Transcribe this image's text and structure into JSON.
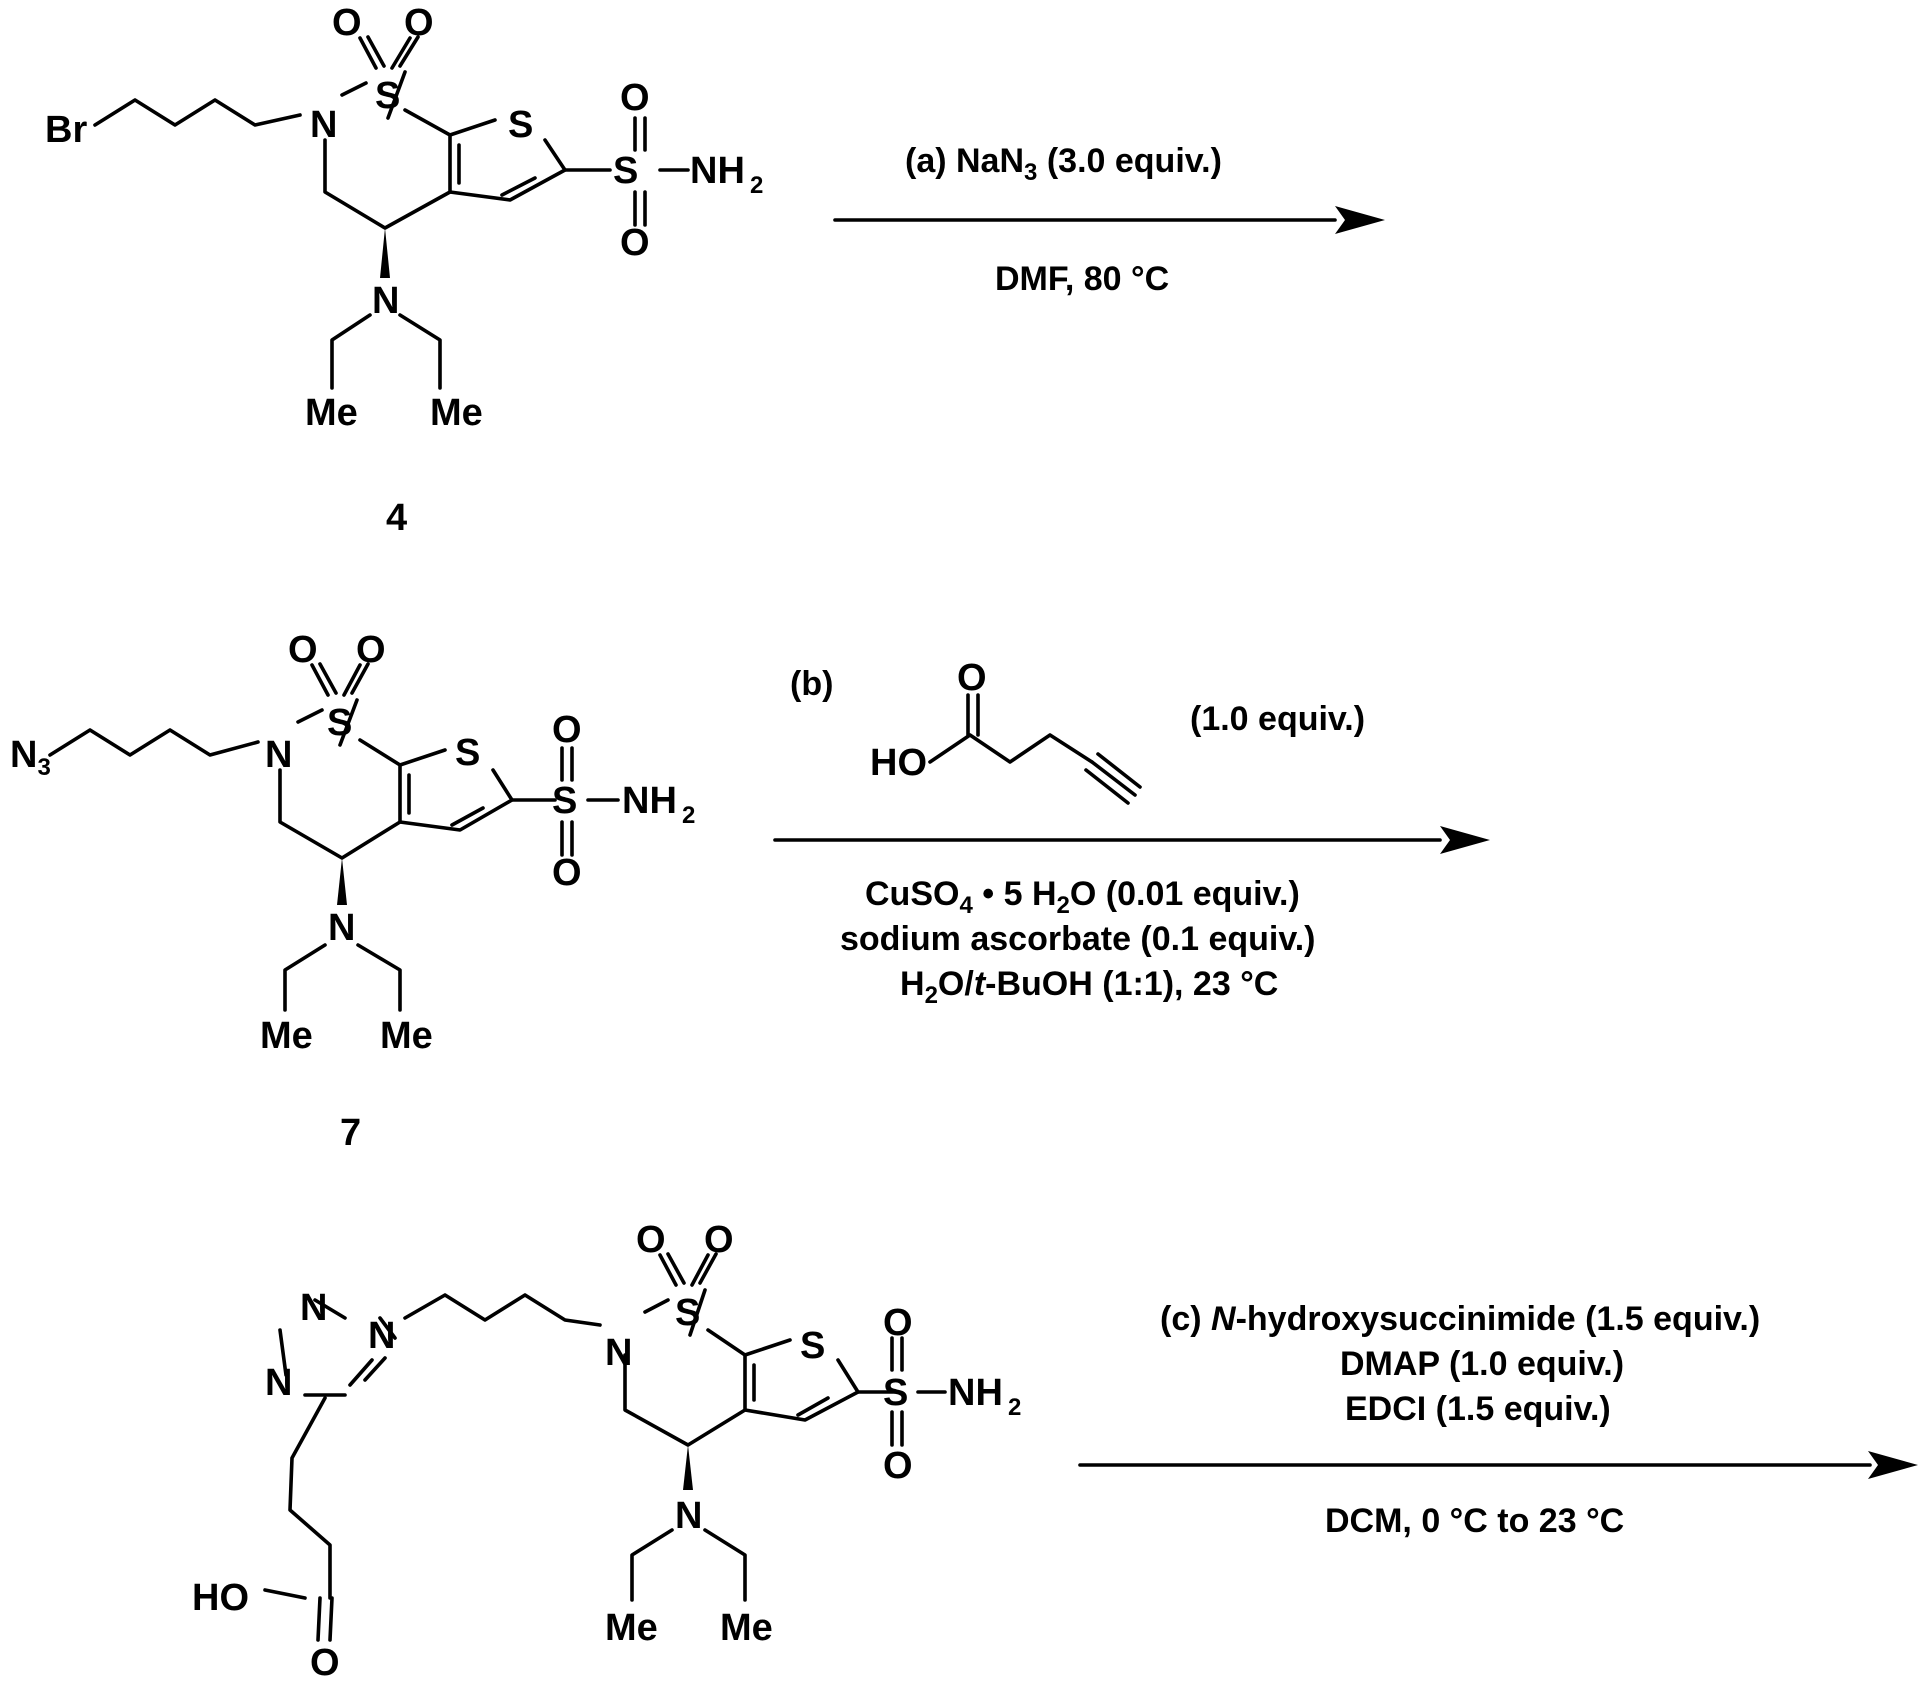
{
  "scheme": {
    "atoms": {
      "O": "O",
      "S": "S",
      "N": "N",
      "NH": "NH",
      "NH_sub": "2",
      "Br": "Br",
      "Me": "Me",
      "N3_main": "N",
      "N3_sub": "3",
      "HO": "HO"
    },
    "compounds": {
      "first": "4",
      "second": "7"
    },
    "step_a": {
      "line1_pre": "(a) NaN",
      "line1_sub": "3",
      "line1_post": " (3.0 equiv.)",
      "line2": "DMF, 80 °C"
    },
    "step_b": {
      "label": "(b)",
      "reagent_equiv": "(1.0 equiv.)",
      "line1_pre": "CuSO",
      "line1_sub": "4",
      "line1_post": " • 5 H",
      "line1_sub2": "2",
      "line1_post2": "O (0.01 equiv.)",
      "line2": "sodium ascorbate (0.1 equiv.)",
      "line3_pre": "H",
      "line3_sub": "2",
      "line3_mid": "O/",
      "line3_ital": "t",
      "line3_post": "-BuOH (1:1), 23 °C"
    },
    "step_c": {
      "line1_pre": "(c) ",
      "line1_ital": "N",
      "line1_post": "-hydroxysuccinimide (1.5 equiv.)",
      "line2": "DMAP  (1.0 equiv.)",
      "line3": "EDCI  (1.5 equiv.)",
      "line4": "DCM, 0 °C to 23 °C"
    }
  }
}
